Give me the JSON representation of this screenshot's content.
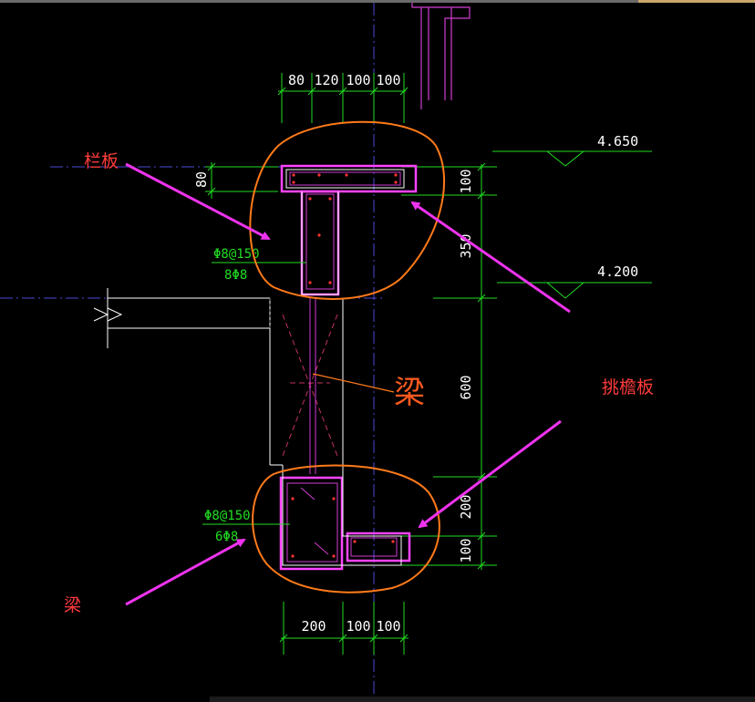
{
  "top_dims": [
    "80",
    "120",
    "100",
    "100"
  ],
  "bottom_dims": [
    "200",
    "100",
    "100"
  ],
  "left_dim": "80",
  "right_dims": [
    "100",
    "350",
    "600",
    "200",
    "100"
  ],
  "levels": [
    "4.650",
    "4.200"
  ],
  "rebar_upper": [
    "Φ8@150",
    "8Φ8"
  ],
  "rebar_lower": [
    "Φ8@150",
    "6Φ8"
  ],
  "labels": {
    "lanban": "栏板",
    "liang_big": "梁",
    "tiaoyanban": "挑檐板",
    "liang_small": "梁"
  },
  "colors": {
    "background": "#000000",
    "dimension_lines": "#22dd22",
    "outline": "#ffffff",
    "highlight_box": "#ff44ff",
    "circle": "#ff7a1a",
    "arrow": "#ee33ee",
    "label": "#ff3b3b"
  }
}
